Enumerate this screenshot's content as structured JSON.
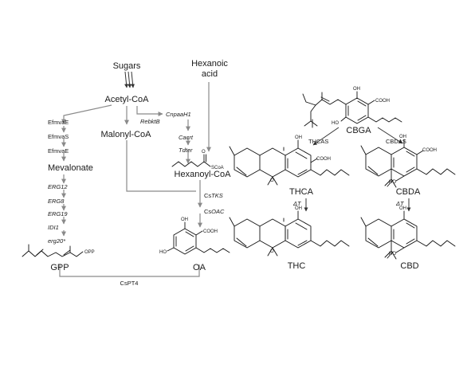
{
  "metabolites": {
    "sugars": "Sugars",
    "hexanoic_1": "Hexanoic",
    "hexanoic_2": "acid",
    "acetyl_coa": "Acetyl-CoA",
    "malonyl_coa": "Malonyl-CoA",
    "mevalonate": "Mevalonate",
    "hexanoyl_coa": "Hexanoyl-CoA",
    "scoa": "SCoA",
    "gpp": "GPP",
    "opp": "OPP",
    "oa": "OA",
    "cbga": "CBGA",
    "thca": "THCA",
    "cbda": "CBDA",
    "thc": "THC",
    "cbd": "CBD"
  },
  "enzymes": {
    "efmvae_1": "EfmvaE",
    "efmvas": "EfmvaS",
    "efmvae_2": "EfmvaE",
    "erg12": "ERG12",
    "erg8": "ERG8",
    "erg19": "ERG19",
    "idi1": "IDI1",
    "erg20": "erg20*",
    "rebktb": "RebktB",
    "cnpaah1": "CnpaaH1",
    "cacrt": "Cacrt",
    "tdter": "Tdter",
    "cstks_prefix": "Cs",
    "cstks_gene": "TKS",
    "csoac_prefix": "Cs",
    "csoac_gene": "OAC",
    "cspt4": "CsPT4",
    "thcas": "THCAS",
    "cbdas": "CBDAS",
    "delta_t_1": "ΔT",
    "delta_t_2": "ΔT"
  },
  "atoms": {
    "oh": "OH",
    "ho": "HO",
    "cooh": "COOH",
    "o": "O"
  },
  "colors": {
    "pathway_arrow": "#8a8a8a",
    "structure_line": "#111111",
    "reaction_arrow": "#333333"
  }
}
